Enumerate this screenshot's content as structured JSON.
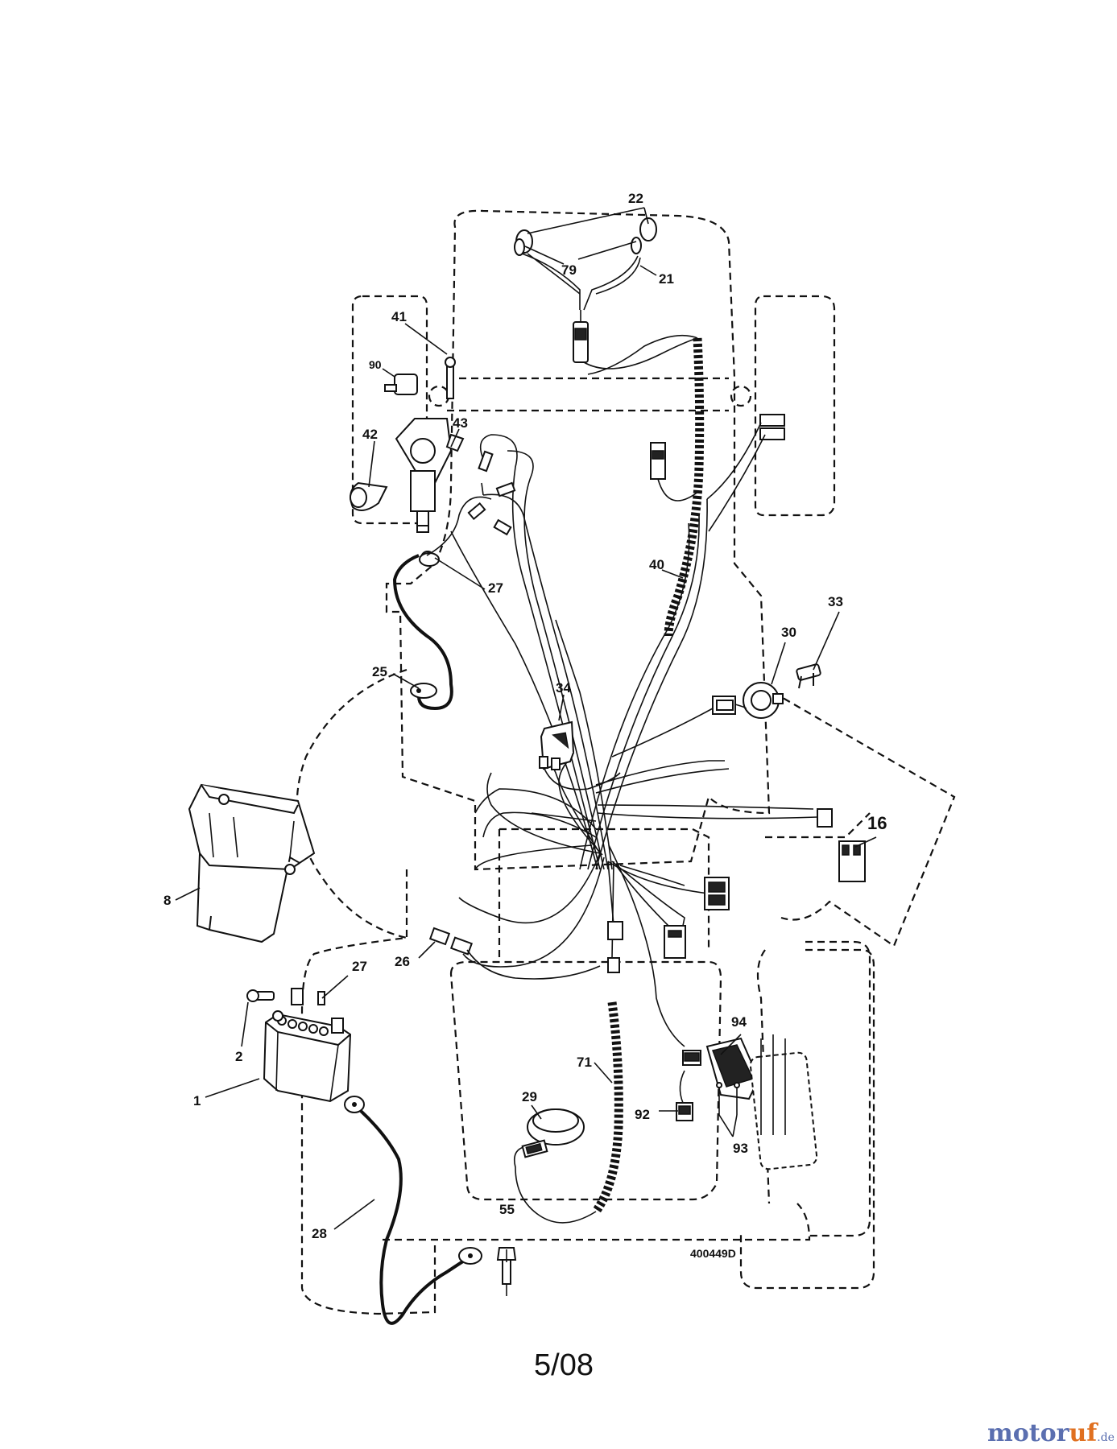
{
  "diagram_code": "400449D",
  "page_number": "5/08",
  "watermark": {
    "text": "motoruf.de",
    "part_a": "motor",
    "part_b": "uf",
    "part_c": ".de"
  },
  "callouts": {
    "c1": "1",
    "c2": "2",
    "c8": "8",
    "c16": "16",
    "c21": "21",
    "c22": "22",
    "c25": "25",
    "c26": "26",
    "c27a": "27",
    "c27b": "27",
    "c28": "28",
    "c29": "29",
    "c30": "30",
    "c33": "33",
    "c34": "34",
    "c40": "40",
    "c41": "41",
    "c42": "42",
    "c43": "43",
    "c55": "55",
    "c71": "71",
    "c79": "79",
    "c90": "90",
    "c92": "92",
    "c93": "93",
    "c94": "94"
  }
}
